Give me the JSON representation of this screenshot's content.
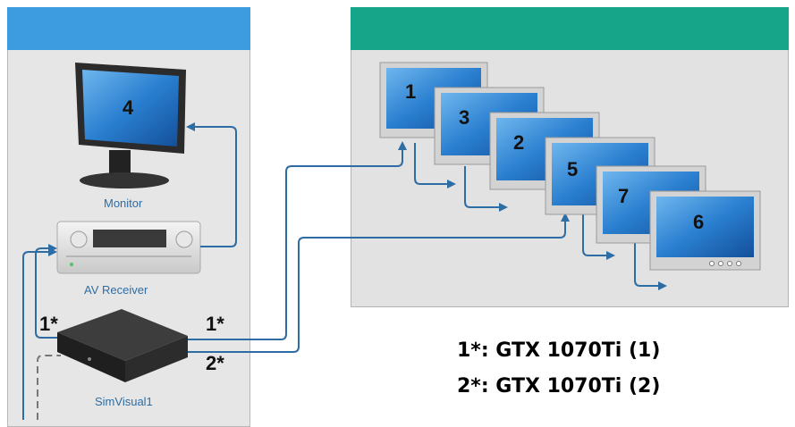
{
  "devices": {
    "monitor": {
      "number": "4",
      "label": "Monitor"
    },
    "receiver": {
      "label": "AV Receiver"
    },
    "computer": {
      "label": "SimVisual1"
    }
  },
  "connections": {
    "left": "1*",
    "right_top": "1*",
    "right_bottom": "2*"
  },
  "displays": [
    "1",
    "3",
    "2",
    "5",
    "7",
    "6"
  ],
  "legend": [
    "1*: GTX 1070Ti (1)",
    "2*: GTX 1070Ti (2)"
  ],
  "colors": {
    "left_header": "#3d9be0",
    "right_header": "#17a589",
    "cable": "#2e6da4",
    "label": "#2e6da4"
  }
}
